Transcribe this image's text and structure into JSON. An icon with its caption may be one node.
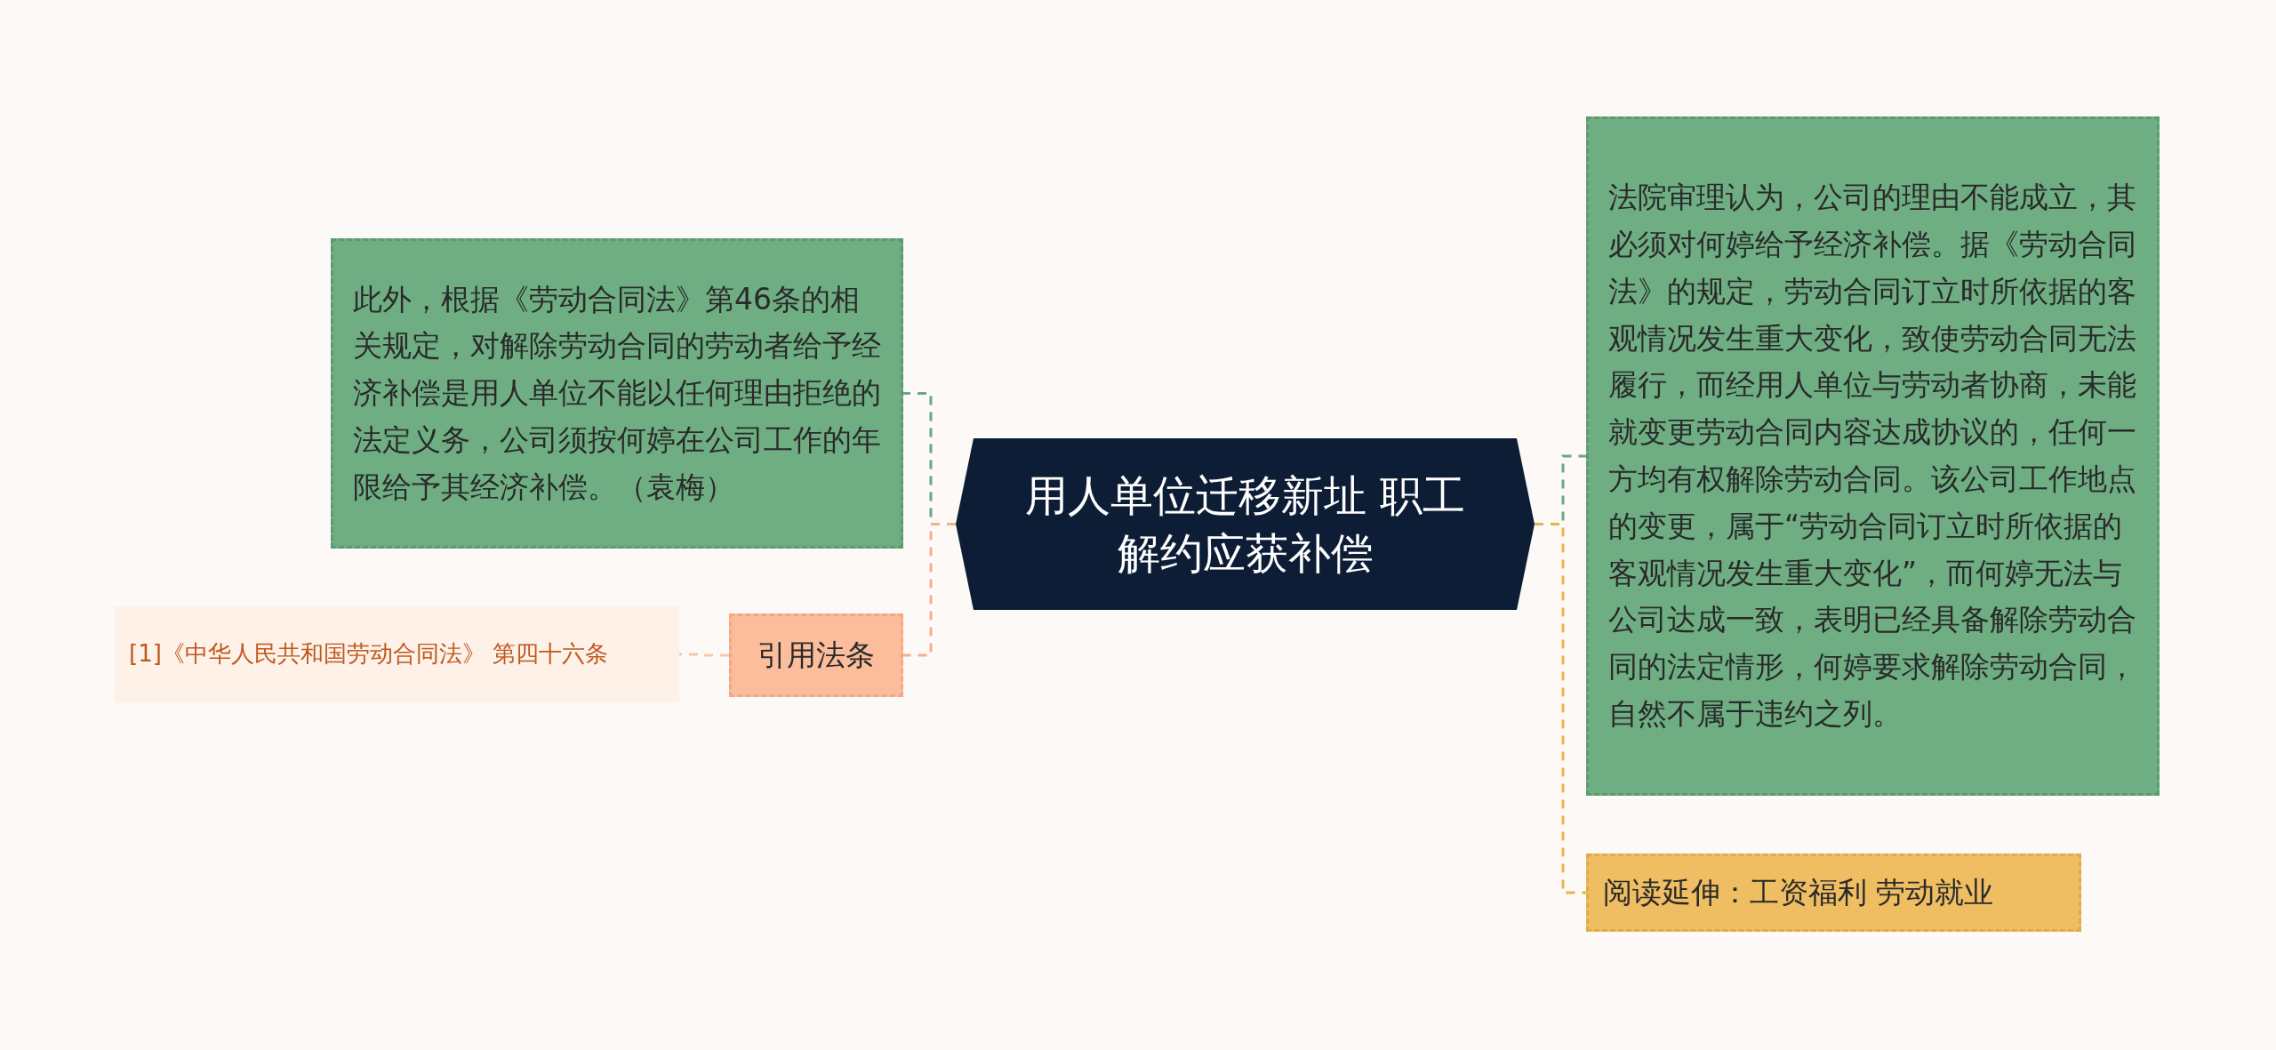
{
  "diagram": {
    "nodes": [
      {
        "text": [
          "用人单位迁移新址 职工解约应获补偿"
        ]
      },
      {
        "text": [
          "此外，根据《劳动合同法》第46条的相关规定，对解除劳动合同的劳动者给予经济补偿是用人单位不能以任何理由拒绝的法定义务，公司须按何婷在公司工作的年限给予其经济补偿。（袁梅）"
        ]
      },
      {
        "text": [
          "引用法条"
        ]
      },
      {
        "text": [
          "[1]《中华人民共和国劳动合同法》 第四十六条"
        ]
      },
      {
        "text": [
          "法院审理认为，公司的理由不能成立，其必须对何婷给予经济补偿。据《劳动合同法》的规定，劳动合同订立时所依据的客观情况发生重大变化，致使劳动合同无法履行，而经用人单位与劳动者协商，未能就变更劳动合同内容达成协议的，任何一方均有权解除劳动合同。该公司工作地点的变更，属于“劳动合同订立时所依据的客观情况发生重大变化”，而何婷无法与公司达成一致，表明已经具备解除劳动合同的法定情形，何婷要求解除劳动合同，自然不属于违约之列。"
        ]
      },
      {
        "text": [
          "阅读延伸：工资福利 劳动就业"
        ]
      }
    ],
    "edges": [
      {
        "from": 0,
        "to": 1,
        "arrow": "none",
        "style": "dashed",
        "color": "#6aa882"
      },
      {
        "from": 0,
        "to": 2,
        "arrow": "none",
        "style": "dashed",
        "color": "#f4b08a"
      },
      {
        "from": 2,
        "to": 3,
        "arrow": "none",
        "style": "dashed",
        "color": "#f6c7ad"
      },
      {
        "from": 0,
        "to": 4,
        "arrow": "none",
        "style": "dashed",
        "color": "#6aa882"
      },
      {
        "from": 0,
        "to": 5,
        "arrow": "none",
        "style": "dashed",
        "color": "#e8b450"
      }
    ]
  }
}
